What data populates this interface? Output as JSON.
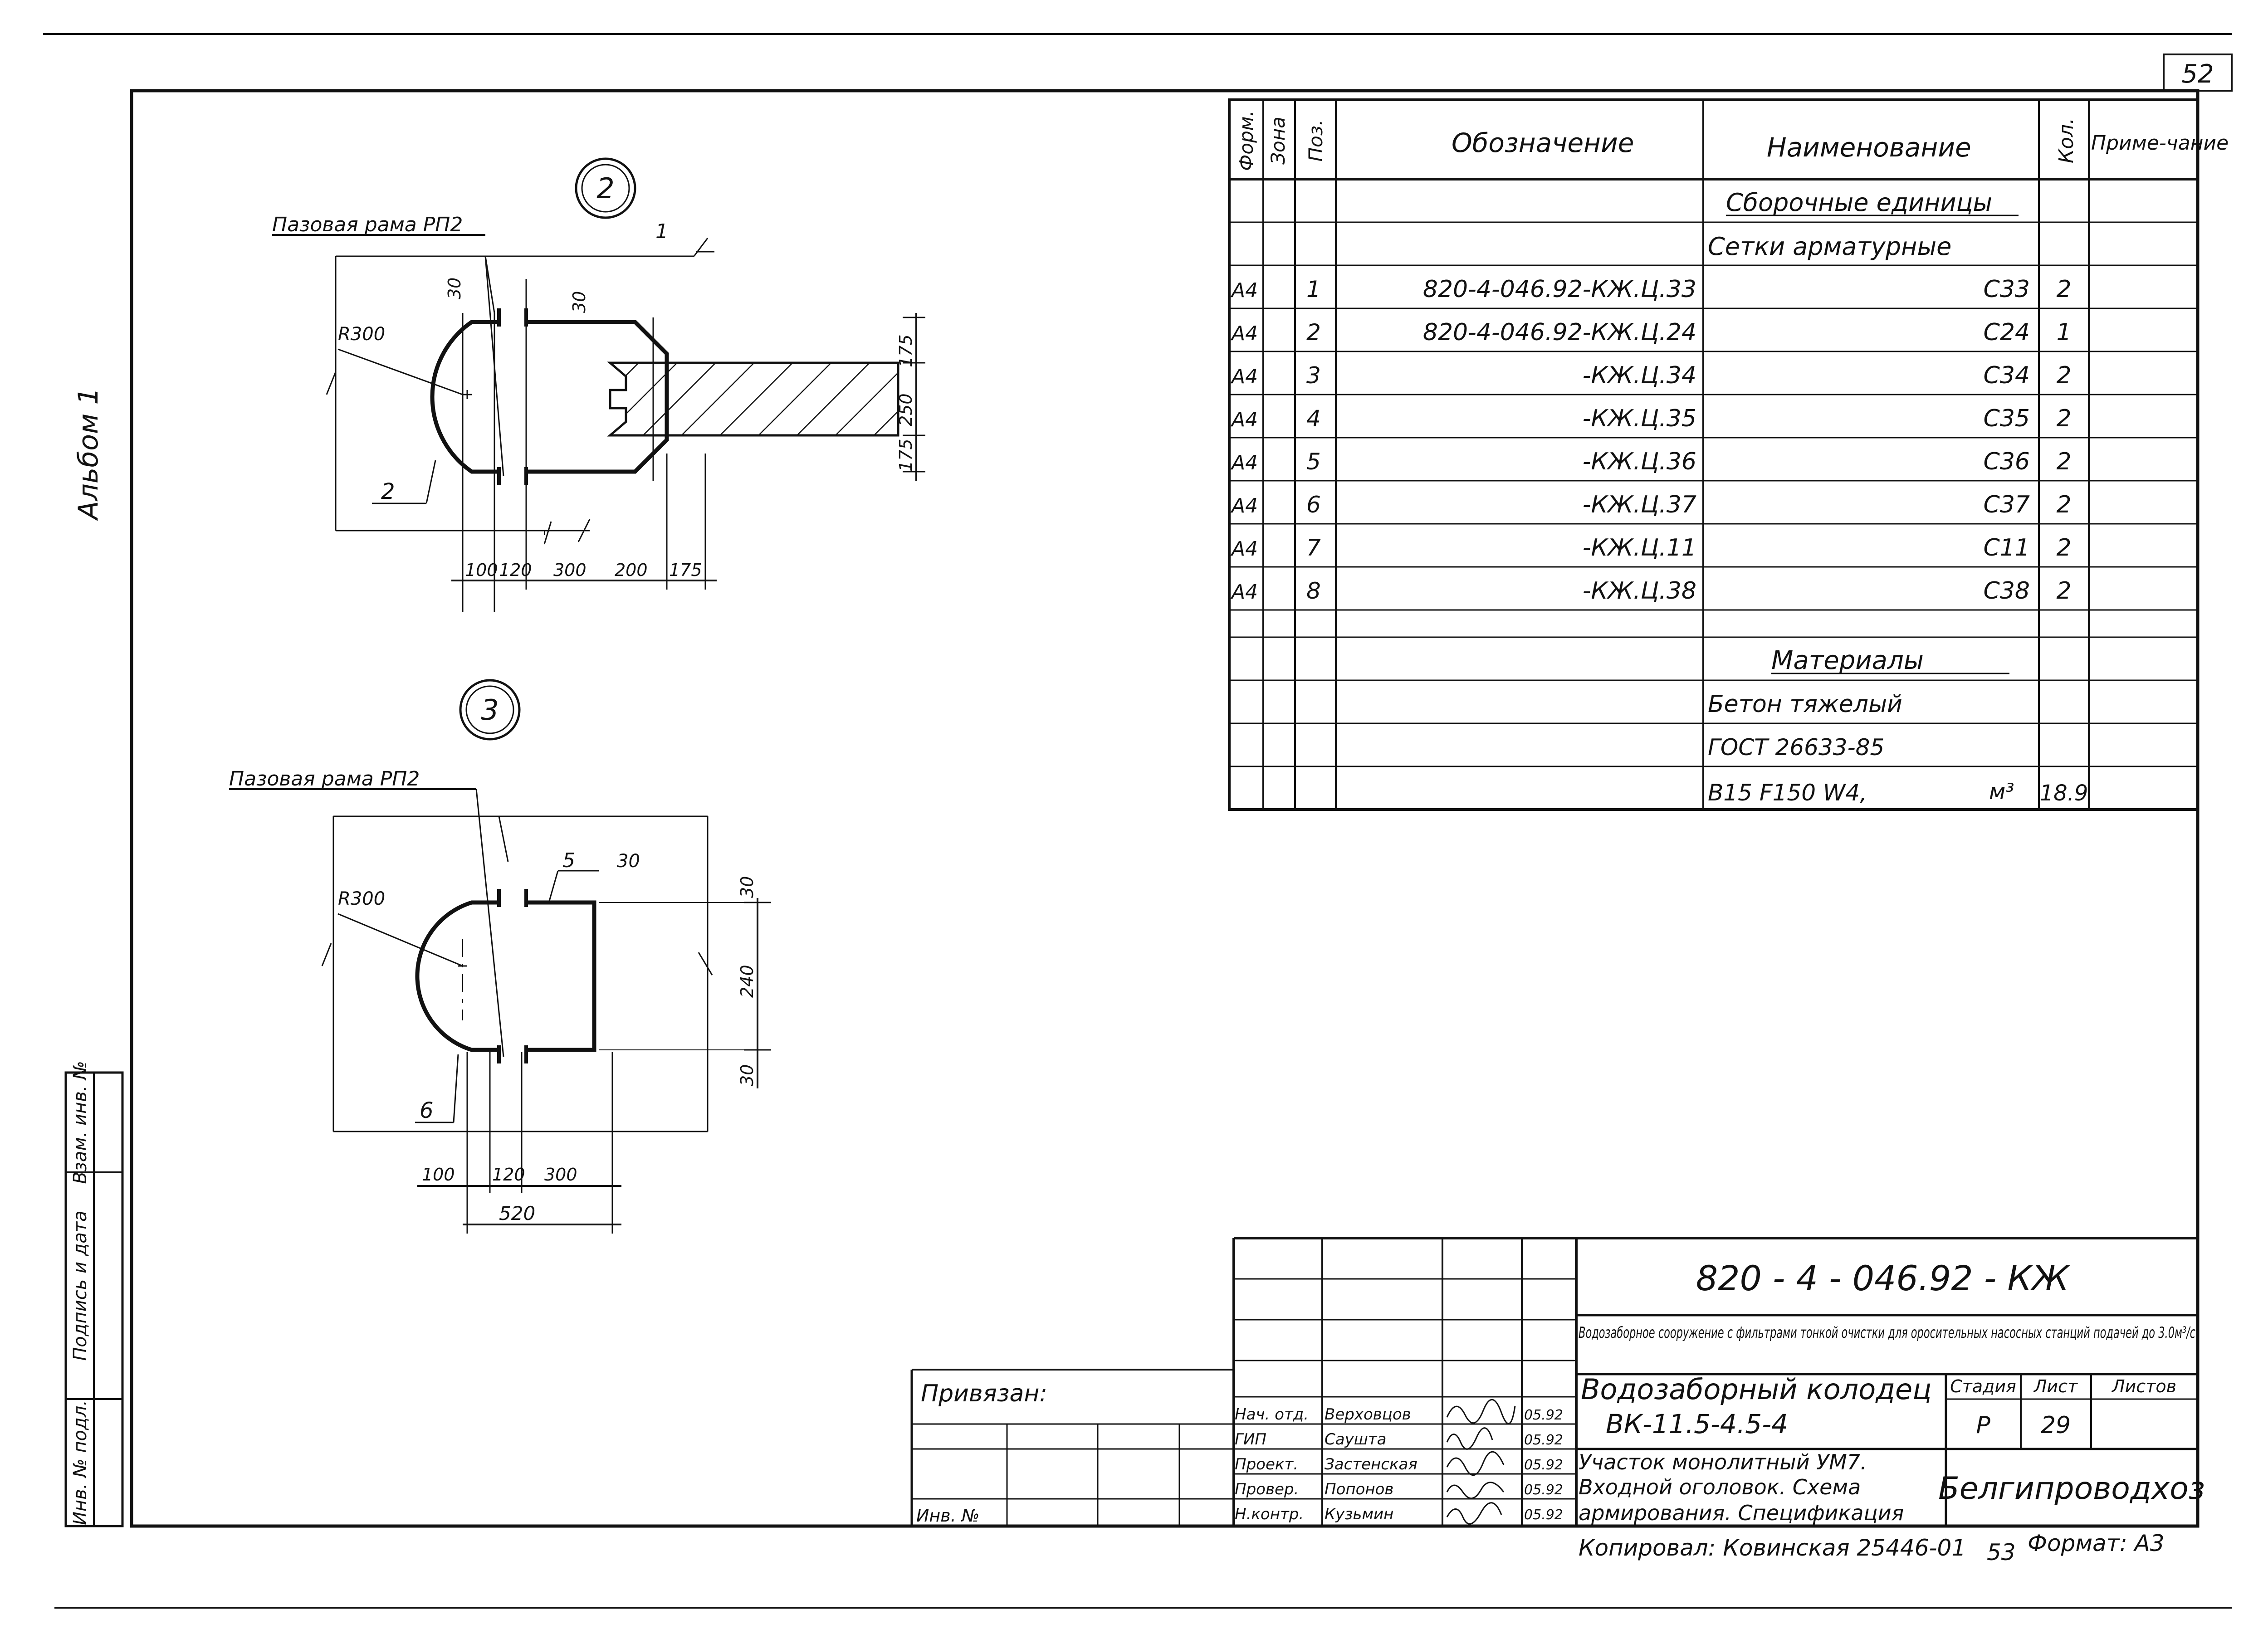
{
  "sheet": {
    "number": "52",
    "album": "Альбом 1"
  },
  "section2": {
    "marker": "2",
    "frame_label": "Пазовая рама РП2",
    "pos_labels": [
      "1",
      "2"
    ],
    "radius": "R300",
    "dims_bottom": [
      "100",
      "120",
      "300",
      "200",
      "175"
    ],
    "dims_top": [
      "30",
      "30"
    ],
    "dims_right": [
      "175",
      "250",
      "175"
    ]
  },
  "section3": {
    "marker": "3",
    "frame_label": "Пазовая рама РП2",
    "pos_labels": [
      "5",
      "6"
    ],
    "radius": "R300",
    "dim_top": "30",
    "dims_bottom": [
      "100",
      "120",
      "300"
    ],
    "dim_total": "520",
    "dims_right": [
      "30",
      "240",
      "30"
    ]
  },
  "spec": {
    "headers": {
      "format": "Форм.",
      "zone": "Зона",
      "pos": "Поз.",
      "designation": "Обозначение",
      "name": "Наименование",
      "qty": "Кол.",
      "note": "Приме-чание"
    },
    "section_assembly": "Сборочные единицы",
    "subsection_mesh": "Сетки арматурные",
    "rows": [
      {
        "format": "А4",
        "pos": "1",
        "designation": "820-4-046.92-КЖ.Ц.33",
        "name": "С33",
        "qty": "2"
      },
      {
        "format": "А4",
        "pos": "2",
        "designation": "820-4-046.92-КЖ.Ц.24",
        "name": "С24",
        "qty": "1"
      },
      {
        "format": "А4",
        "pos": "3",
        "designation": "-КЖ.Ц.34",
        "name": "С34",
        "qty": "2"
      },
      {
        "format": "А4",
        "pos": "4",
        "designation": "-КЖ.Ц.35",
        "name": "С35",
        "qty": "2"
      },
      {
        "format": "А4",
        "pos": "5",
        "designation": "-КЖ.Ц.36",
        "name": "С36",
        "qty": "2"
      },
      {
        "format": "А4",
        "pos": "6",
        "designation": "-КЖ.Ц.37",
        "name": "С37",
        "qty": "2"
      },
      {
        "format": "А4",
        "pos": "7",
        "designation": "-КЖ.Ц.11",
        "name": "С11",
        "qty": "2"
      },
      {
        "format": "А4",
        "pos": "8",
        "designation": "-КЖ.Ц.38",
        "name": "С38",
        "qty": "2"
      }
    ],
    "section_materials": "Материалы",
    "material_line1": "Бетон тяжелый",
    "material_line2": "ГОСТ 26633-85",
    "material_line3": "В15 F150 W4,",
    "material_unit": "м³",
    "material_qty": "18.9"
  },
  "title_block": {
    "code": "820 - 4 - 046.92 - КЖ",
    "project": "Водозаборное сооружение с фильтрами тонкой очистки для оросительных насосных станций подачей до 3.0м³/с",
    "object_line1": "Водозаборный колодец",
    "object_line2": "ВК-11.5-4.5-4",
    "sheet_title_line1": "Участок монолитный УМ7.",
    "sheet_title_line2": "Входной оголовок. Схема",
    "sheet_title_line3": "армирования. Спецификация",
    "stage_label": "Стадия",
    "sheet_label": "Лист",
    "sheets_label": "Листов",
    "stage": "Р",
    "sheet_no": "29",
    "organization": "Белгипроводхоз",
    "signatures": [
      {
        "role": "Нач. отд.",
        "name": "Верховцов",
        "date": "05.92"
      },
      {
        "role": "ГИП",
        "name": "Саушта",
        "date": "05.92"
      },
      {
        "role": "Проект.",
        "name": "Застенская",
        "date": "05.92"
      },
      {
        "role": "Провер.",
        "name": "Попонов",
        "date": "05.92"
      },
      {
        "role": "Н.контр.",
        "name": "Кузьмин",
        "date": "05.92"
      }
    ],
    "attached": "Привязан:",
    "inv": "Инв. №"
  },
  "left_stamp": [
    "Инв. № подл.",
    "Подпись и дата",
    "Взам. инв. №"
  ],
  "footer": {
    "copied": "Копировал: Ковинская 25446-01",
    "page": "53",
    "format": "Формат: А3"
  }
}
